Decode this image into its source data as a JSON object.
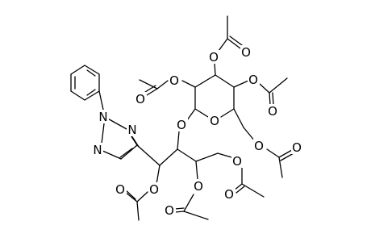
{
  "figure": {
    "type": "chemical-structure",
    "atom_labels": {
      "N": "N",
      "O": "O"
    },
    "colors": {
      "bond": "#000000",
      "text": "#000000",
      "background": "#ffffff"
    }
  }
}
